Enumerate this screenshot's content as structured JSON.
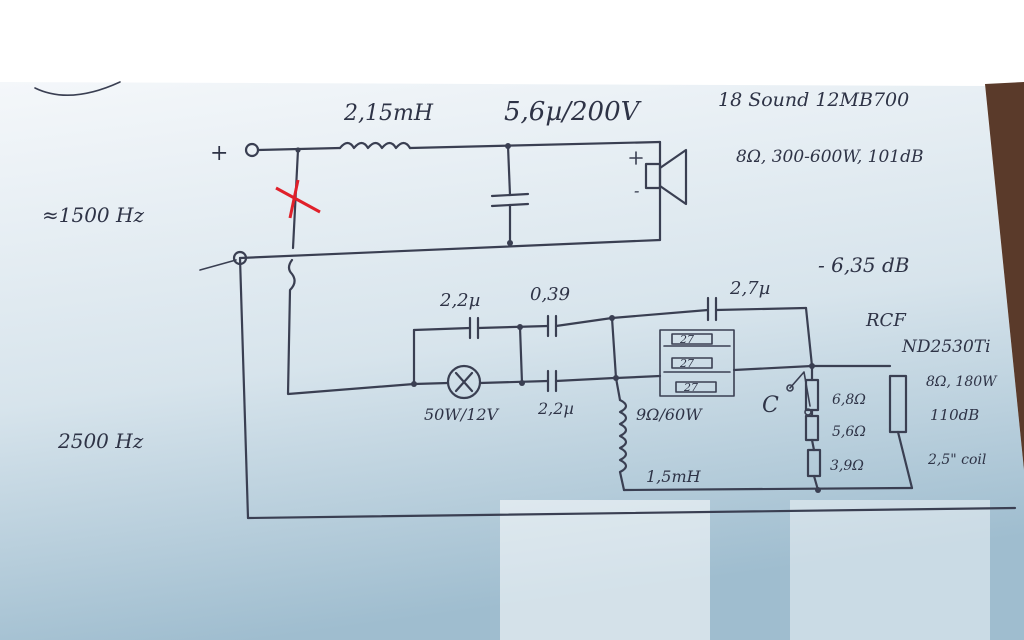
{
  "colors": {
    "paper_top": "#f3f6f9",
    "paper_bottom": "#a9c3d3",
    "ink": "#3a3f52",
    "mark": "#e0202a",
    "edge": "#5a3a2a"
  },
  "labels": {
    "inductor_top": "2,15mH",
    "cap_top": "5,6µ/200V",
    "woofer_model": "18 Sound 12MB700",
    "woofer_spec": "8Ω, 300-600W, 101dB",
    "freq_low": "≈1500 Hz",
    "attenuation": "- 6,35 dB",
    "cap_a": "2,2µ",
    "cap_b": "0,39",
    "cap_c": "2,7µ",
    "cap_d": "2,2µ",
    "resistor_1": "27",
    "resistor_2": "27",
    "resistor_3": "27",
    "resistor_group": "9Ω/60W",
    "lamp": "50W/12V",
    "inductor_bottom": "1,5mH",
    "freq_high": "2500 Hz",
    "switch": "C",
    "r_a": "6,8Ω",
    "r_b": "5,6Ω",
    "r_c": "3,9Ω",
    "driver_brand": "RCF",
    "driver_model": "ND2530Ti",
    "driver_power": "8Ω, 180W",
    "driver_db": "110dB",
    "driver_coil": "2,5\" coil",
    "plus": "+",
    "minus": "-"
  },
  "icons": {
    "cross": "red-x-mark",
    "speaker": "speaker-icon",
    "lamp": "lamp-x-icon"
  }
}
